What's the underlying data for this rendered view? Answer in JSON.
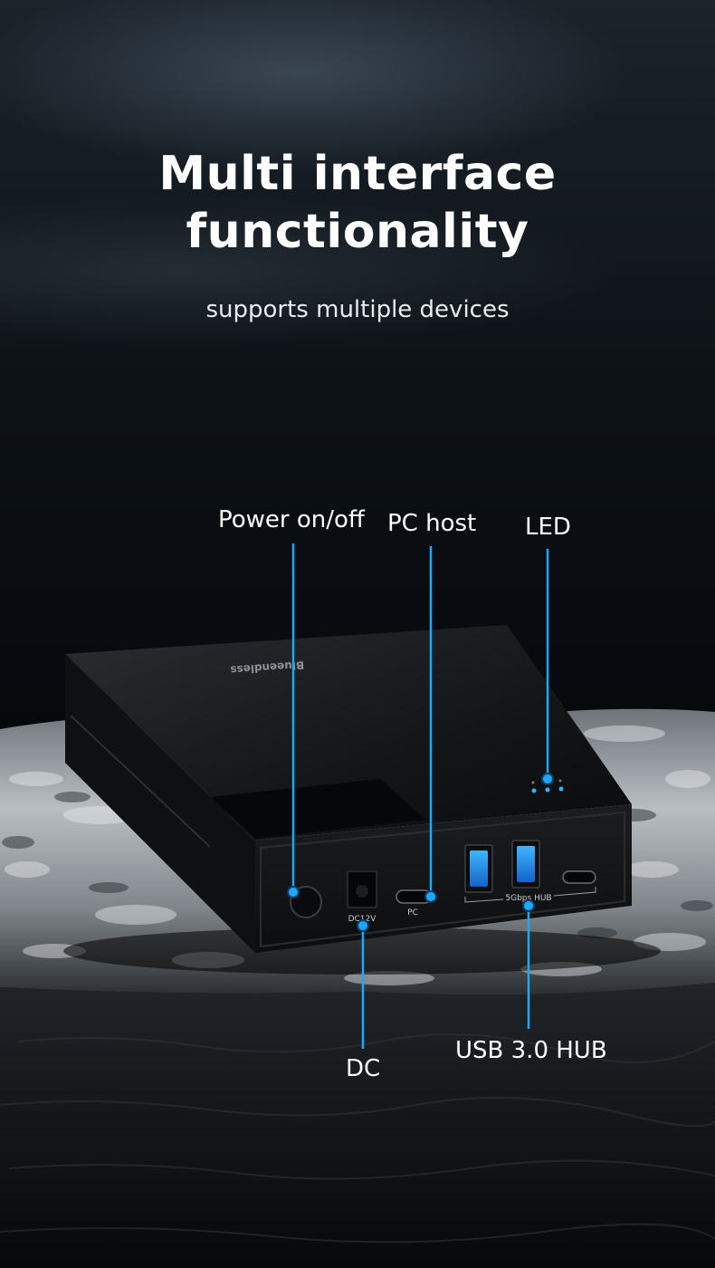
{
  "headline": "Multi interface functionality",
  "subheadline": "supports multiple devices",
  "device": {
    "brand": "Blueendless",
    "port_labels": {
      "dc": "DC12V",
      "pc": "PC",
      "hub": "5Gbps HUB"
    }
  },
  "callouts": {
    "power": "Power on/off",
    "pc_host": "PC host",
    "led": "LED",
    "dc": "DC",
    "usb_hub": "USB 3.0 HUB"
  },
  "colors": {
    "accent": "#1ea7ff",
    "led": "#2fb5ff"
  }
}
